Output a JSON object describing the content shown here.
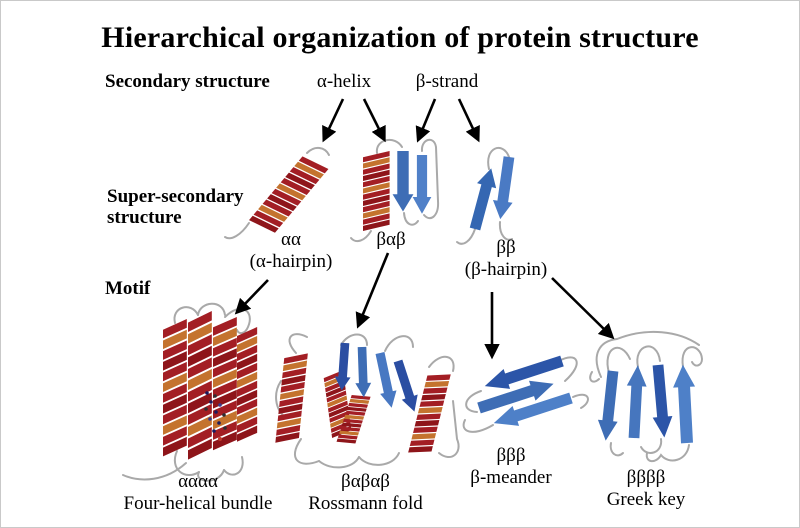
{
  "title": "Hierarchical organization of protein structure",
  "levels": {
    "secondary": {
      "row_label": "Secondary structure",
      "items": [
        {
          "label": "α-helix"
        },
        {
          "label": "β-strand"
        }
      ]
    },
    "super_secondary": {
      "row_label_line1": "Super-secondary",
      "row_label_line2": "structure",
      "items": [
        {
          "formula": "αα",
          "name": "(α-hairpin)"
        },
        {
          "formula": "βαβ",
          "name": ""
        },
        {
          "formula": "ββ",
          "name": "(β-hairpin)"
        }
      ]
    },
    "motif": {
      "row_label": "Motif",
      "items": [
        {
          "formula": "αααα",
          "name": "Four-helical bundle"
        },
        {
          "formula": "βαβαβ",
          "name": "Rossmann fold"
        },
        {
          "formula": "βββ",
          "name": "β-meander"
        },
        {
          "formula": "ββββ",
          "name": "Greek key"
        }
      ]
    }
  },
  "colors": {
    "helix_red": "#A31E24",
    "helix_orange": "#C4732E",
    "helix_dark_red": "#8E151A",
    "strand_blue": "#3E6DB5",
    "strand_blue_dark": "#2C55A8",
    "strand_blue_light": "#4E80C8",
    "loop_gray": "#A9A9A9",
    "arrow_black": "#000000",
    "background": "#FFFFFF"
  }
}
